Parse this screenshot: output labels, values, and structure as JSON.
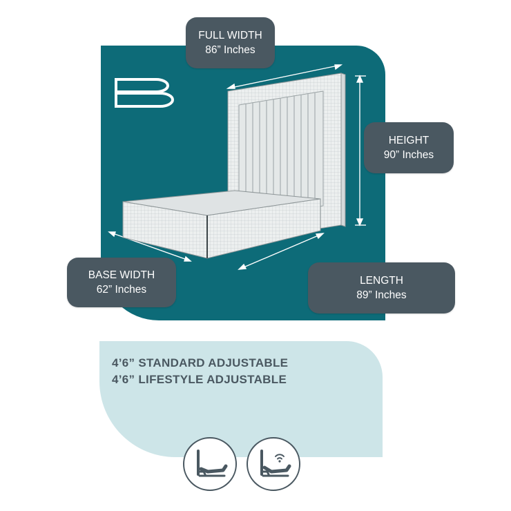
{
  "dimensions": {
    "full_width": {
      "title": "FULL WIDTH",
      "value": "86” Inches"
    },
    "height": {
      "title": "HEIGHT",
      "value": "90” Inches"
    },
    "base_width": {
      "title": "BASE WIDTH",
      "value": "62” Inches"
    },
    "length": {
      "title": "LENGTH",
      "value": "89” Inches"
    }
  },
  "models": {
    "line1": "4’6” STANDARD ADJUSTABLE",
    "line2": "4’6” LIFESTYLE ADJUSTABLE"
  },
  "icons": {
    "logo": "b-logo-icon",
    "standard": "adjustable-bed-icon",
    "lifestyle": "adjustable-bed-wireless-icon"
  },
  "colors": {
    "teal": "#0d6b78",
    "light_teal": "#cde5e8",
    "label_bg": "#4a5861",
    "text_dark": "#4a5861"
  }
}
